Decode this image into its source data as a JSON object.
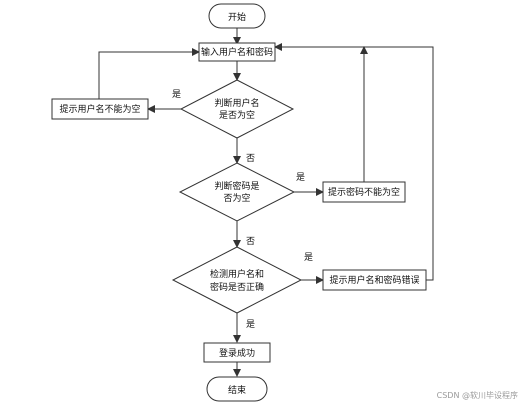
{
  "nodes": {
    "start": "开始",
    "input": "输入用户名和密码",
    "decision1_line1": "判断用户名",
    "decision1_line2": "是否为空",
    "error_username_empty": "提示用户名不能为空",
    "decision2_line1": "判断密码是",
    "decision2_line2": "否为空",
    "error_password_empty": "提示密码不能为空",
    "decision3_line1": "检测用户名和",
    "decision3_line2": "密码是否正确",
    "error_credentials": "提示用户名和密码错误",
    "login_success": "登录成功",
    "end": "结束"
  },
  "edge_labels": {
    "d1_yes": "是",
    "d1_no": "否",
    "d2_yes": "是",
    "d2_no": "否",
    "d3_yes_right": "是",
    "d3_yes_down": "是"
  },
  "watermark": "CSDN @软川毕设程序"
}
